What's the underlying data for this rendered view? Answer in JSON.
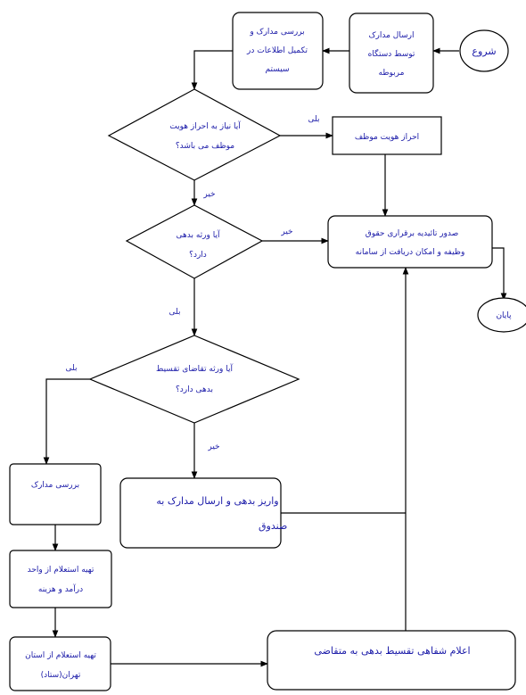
{
  "nodes": {
    "start": "شروع",
    "send_docs": [
      "ارسال مدارک",
      "توسط دستگاه",
      "مربوطه"
    ],
    "review_complete": [
      "بررسی مدارک و",
      "تکمیل اطلاعات در",
      "سیستم"
    ],
    "q_identity": [
      "آیا نیاز به احراز هویت",
      "موظف می باشد؟"
    ],
    "verify_identity": "احراز هویت موظف",
    "q_debt": [
      "آیا ورثه بدهی",
      "دارد؟"
    ],
    "issue_confirm": [
      "صدور تائیدیه برقراری حقوق",
      "وظیفه و امکان دریافت از سامانه"
    ],
    "end": "پایان",
    "q_installment": [
      "آیا ورثه تقاضای تقسیط",
      "بدهی دارد؟"
    ],
    "review_docs": "بررسی مدارک",
    "pay_debt": [
      "واریز بدهی و ارسال مدارک به",
      "صندوق"
    ],
    "inquiry_unit": [
      "تهیه استعلام از واحد",
      "درآمد و هزینه"
    ],
    "inquiry_province": [
      "تهیه استعلام از استان",
      "تهران(ستاد)"
    ],
    "announce_installment": "اعلام شفاهی تقسیط بدهی به متقاضی"
  },
  "edges": {
    "yes": "بلی",
    "no": "خیر"
  }
}
